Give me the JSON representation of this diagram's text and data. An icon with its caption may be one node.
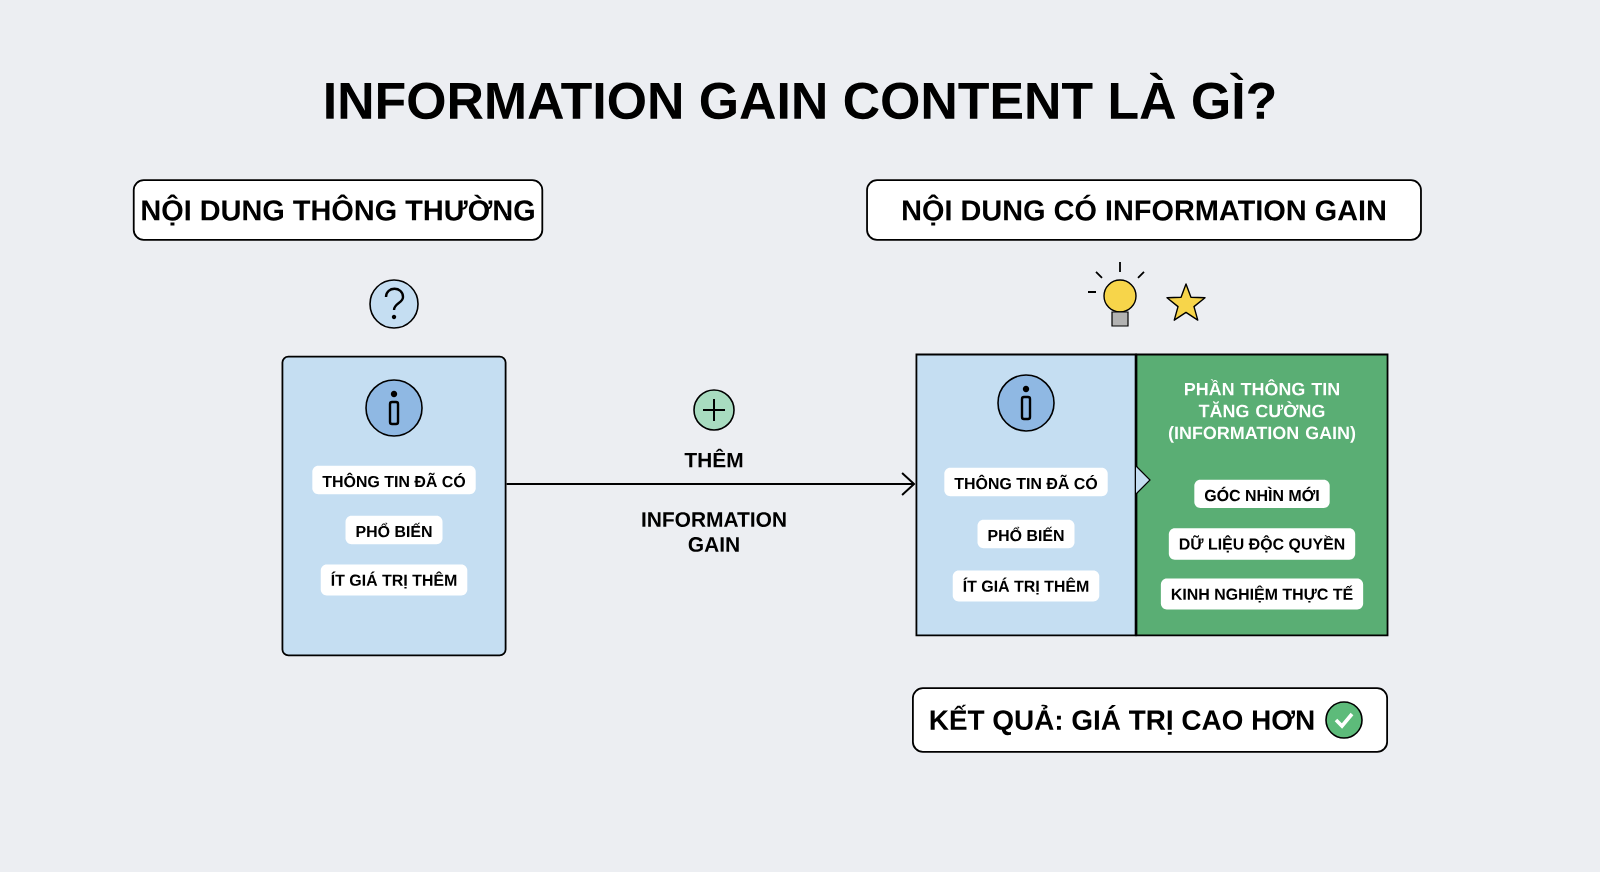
{
  "diagram": {
    "title": "INFORMATION GAIN CONTENT LÀ GÌ?",
    "nodes": [
      {
        "text": [
          "NỘI DUNG THÔNG THƯỜNG"
        ]
      },
      {
        "text": [],
        "shape": "box"
      },
      {
        "text": [
          "THÔNG TIN ĐÃ CÓ"
        ],
        "in": 1
      },
      {
        "text": [
          "PHỔ BIẾN"
        ],
        "in": 1
      },
      {
        "text": [
          "ÍT GIÁ TRỊ THÊM"
        ],
        "in": 1
      },
      {
        "text": [
          "NỘI DUNG CÓ INFORMATION GAIN"
        ]
      },
      {
        "text": [],
        "shape": "box"
      },
      {
        "text": [
          "PHẦN THÔNG TIN TĂNG CƯỜNG (INFORMATION GAIN)"
        ]
      },
      {
        "text": [
          "THÔNG TIN ĐÃ CÓ"
        ],
        "in": 6
      },
      {
        "text": [
          "PHỔ BIẾN"
        ],
        "in": 6
      },
      {
        "text": [
          "ÍT GIÁ TRỊ THÊM"
        ],
        "in": 6
      },
      {
        "text": [
          "GÓC NHÌN MỚI"
        ],
        "in": 7
      },
      {
        "text": [
          "DỮ LIỆU ĐỘC QUYỀN"
        ],
        "in": 7
      },
      {
        "text": [
          "KINH NGHIỆM THỰC TẾ"
        ],
        "in": 7
      },
      {
        "text": [
          "KẾT QUẢ: GIÁ TRỊ CAO HƠN"
        ]
      }
    ],
    "edges": [
      {
        "from": 1,
        "to": 6,
        "arrow": "to",
        "label": "THÊM"
      }
    ],
    "labels": [
      "INFORMATION GAIN"
    ]
  }
}
